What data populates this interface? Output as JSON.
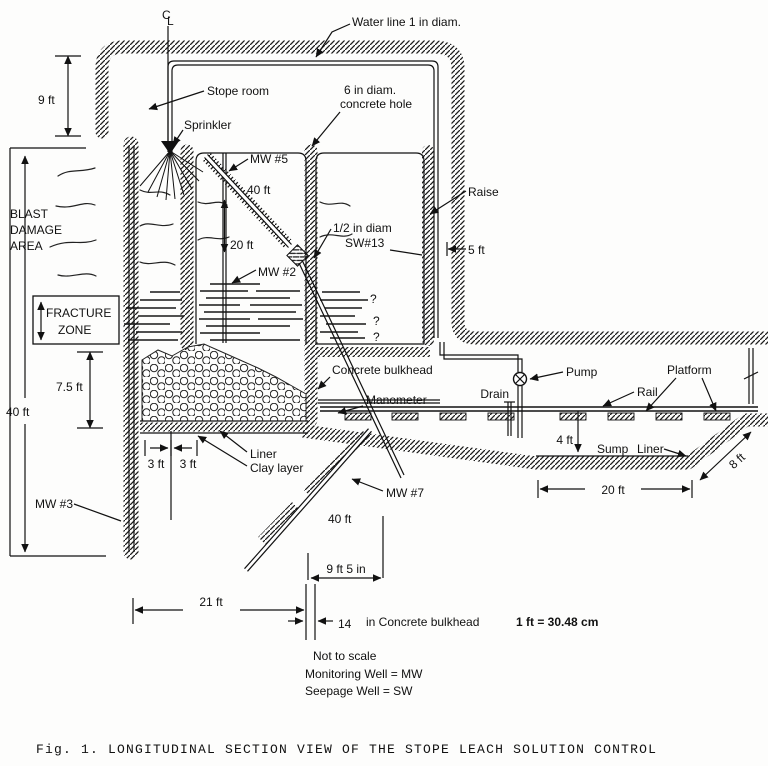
{
  "figure": {
    "caption": "Fig. 1.  LONGITUDINAL SECTION VIEW OF THE STOPE LEACH SOLUTION CONTROL",
    "scale_note": "1 ft = 30.48 cm",
    "note_1": "Not to scale",
    "note_2": "Monitoring Well = MW",
    "note_3": "Seepage Well = SW",
    "centerline_c": "C",
    "centerline_l": "L"
  },
  "labels": {
    "water_line": "Water line 1 in diam.",
    "stope_room": "Stope room",
    "sprinkler": "Sprinkler",
    "concrete_hole_1": "6 in diam.",
    "concrete_hole_2": "concrete hole",
    "mw5": "MW #5",
    "mw2": "MW #2",
    "mw3": "MW #3",
    "mw7": "MW #7",
    "sw13_1": "1/2 in diam",
    "sw13_2": "SW#13",
    "raise": "Raise",
    "blast_1": "BLAST",
    "blast_2": "DAMAGE",
    "blast_3": "AREA",
    "fracture_1": "FRACTURE",
    "fracture_2": "ZONE",
    "concrete_bulkhead": "Concrete bulkhead",
    "manometer": "Manometer",
    "drain": "Drain",
    "pump": "Pump",
    "platform": "Platform",
    "rail": "Rail",
    "sump": "Sump",
    "liner_sump": "Liner",
    "liner_pile": "Liner",
    "clay_layer": "Clay layer",
    "q1": "?",
    "q2": "?",
    "q3": "?"
  },
  "dimensions": {
    "d9": "9 ft",
    "d40_left": "40 ft",
    "d7_5": "7.5 ft",
    "d20_chamber": "20 ft",
    "d40_mw5": "40 ft",
    "d5": "5 ft",
    "d4": "4 ft",
    "d20_sump": "20 ft",
    "d8": "8 ft",
    "d3a": "3 ft",
    "d3b": "3 ft",
    "d40_mw7": "40 ft",
    "d9_5": "9 ft 5 in",
    "d21": "21 ft",
    "d14_num": "14",
    "d14_text": "in Concrete bulkhead"
  }
}
